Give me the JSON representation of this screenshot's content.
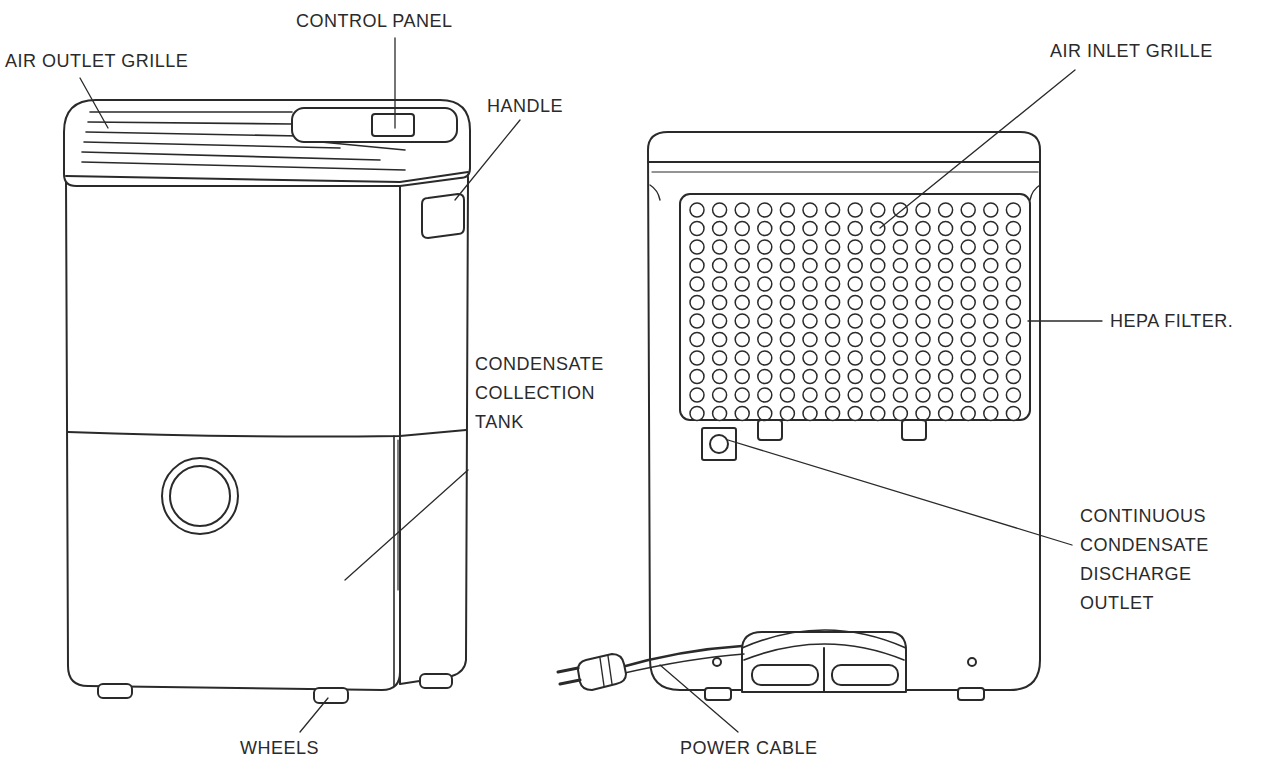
{
  "diagram": {
    "labels": [
      "AIR OUTLET GRILLE",
      "CONTROL PANEL",
      "HANDLE",
      "CONDENSATE COLLECTION TANK",
      "WHEELS",
      "AIR INLET GRILLE",
      "HEPA FILTER.",
      "CONTINUOUS CONDENSATE DISCHARGE OUTLET",
      "POWER CABLE"
    ]
  }
}
